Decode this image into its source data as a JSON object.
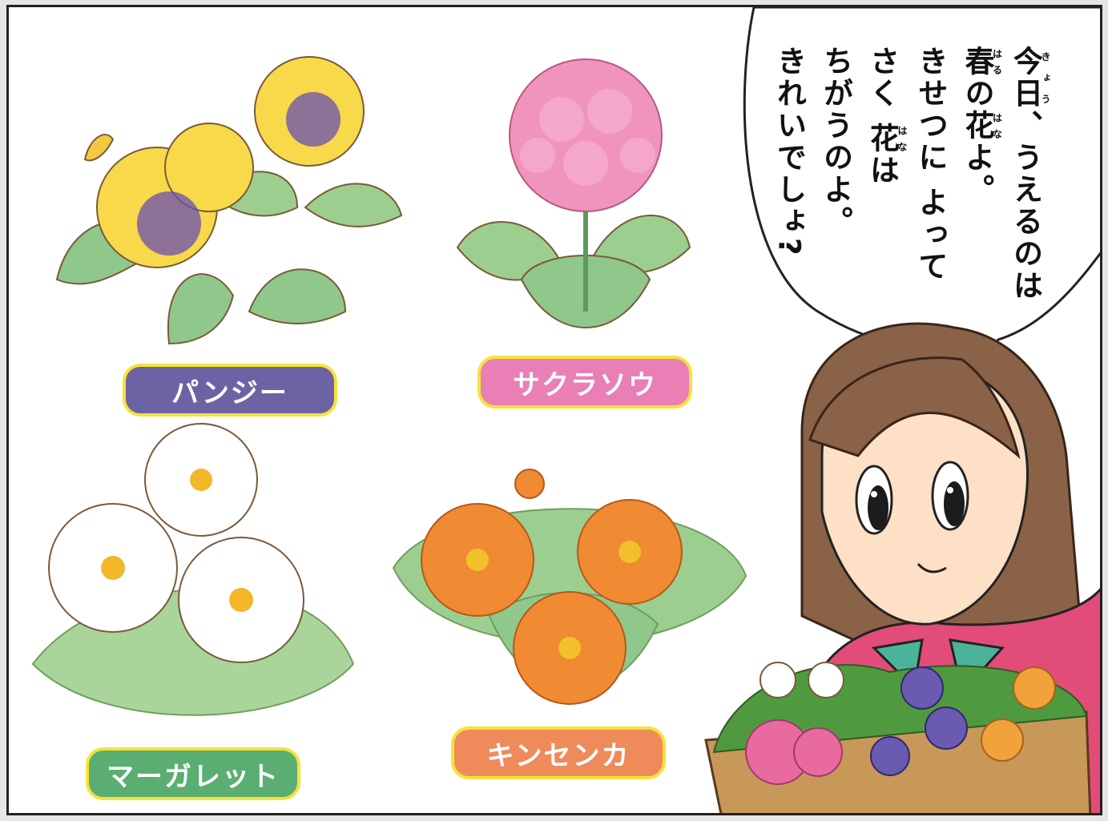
{
  "labels": {
    "pansy": "パンジー",
    "primrose": "サクラソウ",
    "marguerite": "マーガレット",
    "calendula": "キンセンカ"
  },
  "speech": {
    "line1_kanji": "今日",
    "line1_ruby": "きょう",
    "line1_rest": "、うえるのは",
    "line2_kanji1": "春",
    "line2_ruby1": "はる",
    "line2_mid": "の",
    "line2_kanji2": "花",
    "line2_ruby2": "はな",
    "line2_rest": "よ。",
    "line3": "きせつに よって",
    "line4_pre": "さく ",
    "line4_kanji": "花",
    "line4_ruby": "はな",
    "line4_rest": "は",
    "line5": "ちがうのよ。",
    "line6": "きれいでしょ?"
  },
  "colors": {
    "pansy_label": "#6c63a5",
    "primrose_label": "#e97fb5",
    "marguerite_label": "#5aae72",
    "calendula_label": "#ef8a5b",
    "label_border": "#f5e33a"
  }
}
